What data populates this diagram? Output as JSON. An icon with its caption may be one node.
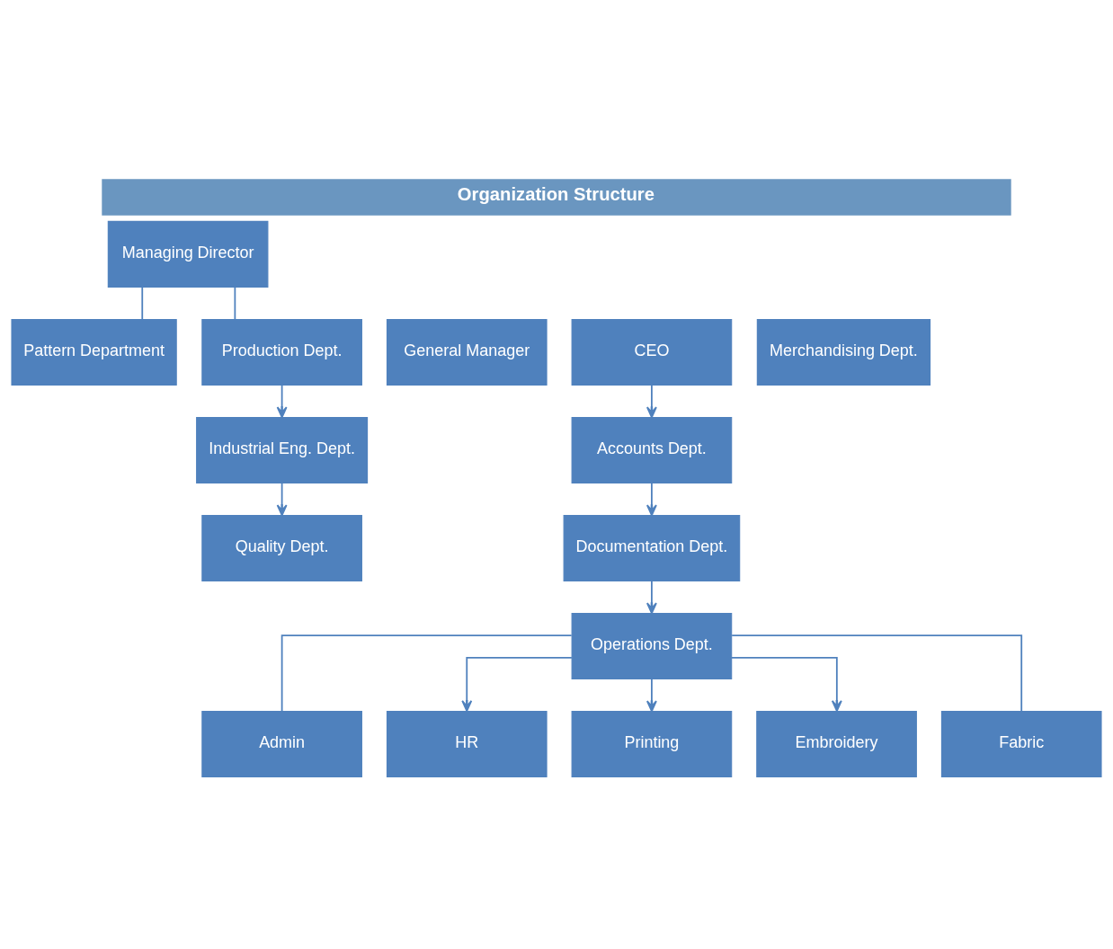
{
  "diagram": {
    "title": "Organization Structure",
    "nodes": [
      {
        "text": [
          "Managing Director"
        ]
      },
      {
        "text": [
          "Pattern Department"
        ]
      },
      {
        "text": [
          "General Manager"
        ]
      },
      {
        "text": [
          "CEO"
        ]
      },
      {
        "text": [
          "Merchandising Dept."
        ]
      },
      {
        "text": [
          "Production Dept."
        ]
      },
      {
        "text": [
          "Accounts Dept."
        ]
      },
      {
        "text": [
          "Industrial Eng. Dept."
        ]
      },
      {
        "text": [
          "Documentation Dept."
        ]
      },
      {
        "text": [
          "Quality Dept."
        ]
      },
      {
        "text": [
          "Operations Dept."
        ]
      },
      {
        "text": [
          "Admin"
        ]
      },
      {
        "text": [
          "HR"
        ]
      },
      {
        "text": [
          "Printing"
        ]
      },
      {
        "text": [
          "Embroidery"
        ]
      },
      {
        "text": [
          "Fabric"
        ]
      }
    ],
    "edges": [
      {
        "from": 0,
        "to": 1,
        "arrow": "none"
      },
      {
        "from": 0,
        "to": 5,
        "arrow": "none"
      },
      {
        "from": 3,
        "to": 6,
        "arrow": "to"
      },
      {
        "from": 6,
        "to": 8,
        "arrow": "to"
      },
      {
        "from": 8,
        "to": 10,
        "arrow": "to"
      },
      {
        "from": 5,
        "to": 7,
        "arrow": "to"
      },
      {
        "from": 7,
        "to": 9,
        "arrow": "to"
      },
      {
        "from": 10,
        "to": 11,
        "arrow": "none"
      },
      {
        "from": 10,
        "to": 12,
        "arrow": "to"
      },
      {
        "from": 10,
        "to": 13,
        "arrow": "to"
      },
      {
        "from": 10,
        "to": 14,
        "arrow": "to"
      },
      {
        "from": 10,
        "to": 15,
        "arrow": "none"
      }
    ]
  }
}
